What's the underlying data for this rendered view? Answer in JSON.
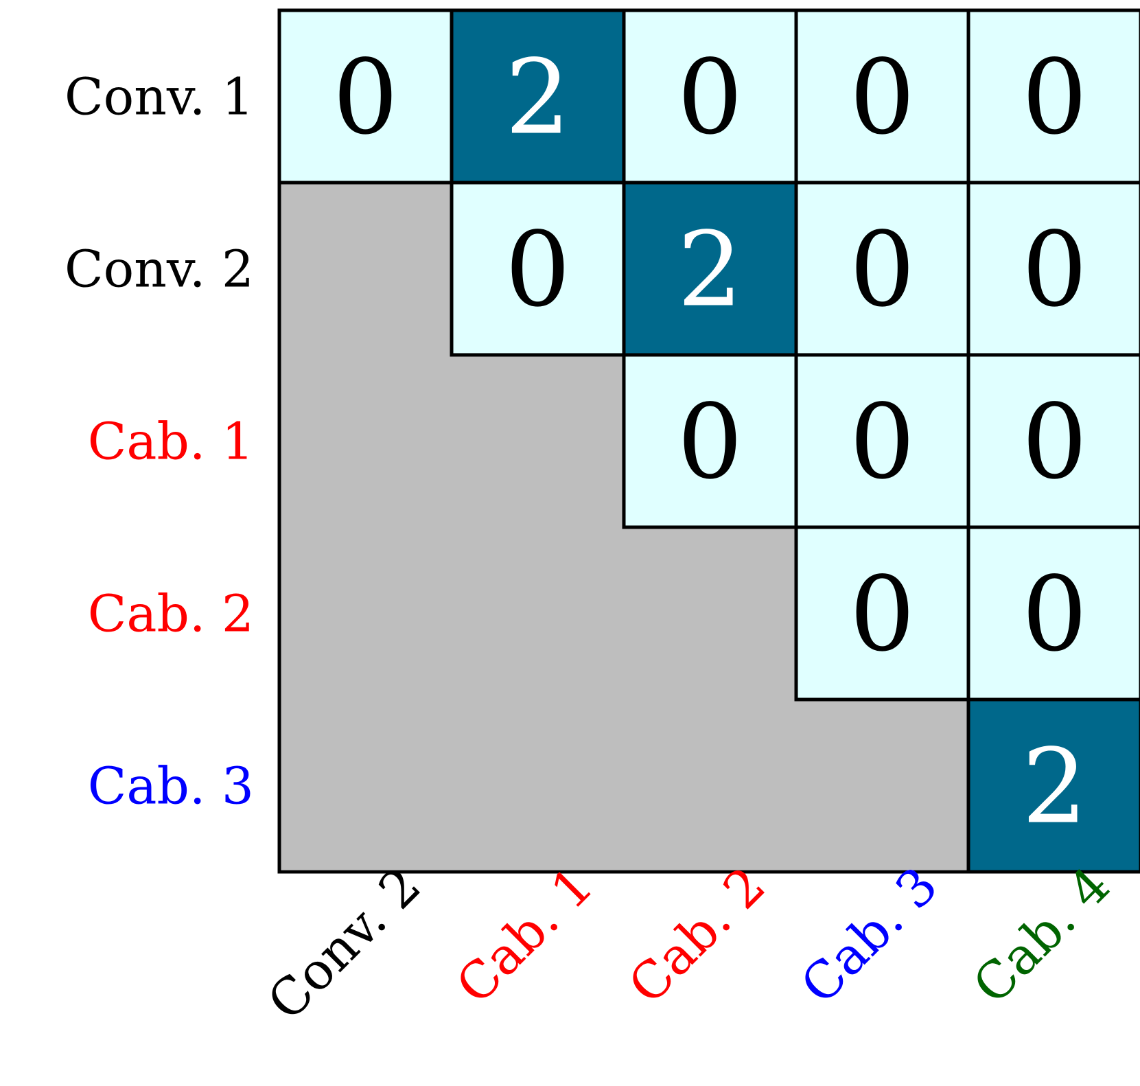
{
  "chart_data": {
    "type": "heatmap",
    "title": "",
    "row_labels": [
      {
        "text": "Conv. 1",
        "color": "#000000"
      },
      {
        "text": "Conv. 2",
        "color": "#000000"
      },
      {
        "text": "Cab. 1",
        "color": "#ff0000"
      },
      {
        "text": "Cab. 2",
        "color": "#ff0000"
      },
      {
        "text": "Cab. 3",
        "color": "#0000ff"
      }
    ],
    "col_labels": [
      {
        "text": "Conv. 2",
        "color": "#000000"
      },
      {
        "text": "Cab. 1",
        "color": "#ff0000"
      },
      {
        "text": "Cab. 2",
        "color": "#ff0000"
      },
      {
        "text": "Cab. 3",
        "color": "#0000ff"
      },
      {
        "text": "Cab. 4",
        "color": "#006400"
      }
    ],
    "values": [
      [
        0,
        2,
        0,
        0,
        0
      ],
      [
        null,
        0,
        2,
        0,
        0
      ],
      [
        null,
        null,
        0,
        0,
        0
      ],
      [
        null,
        null,
        null,
        0,
        0
      ],
      [
        null,
        null,
        null,
        null,
        2
      ]
    ],
    "colors": {
      "low": "#e0ffff",
      "high": "#00688b",
      "masked": "#bebebe",
      "grid": "#000000",
      "text_on_low": "#000000",
      "text_on_high": "#ffffff"
    }
  }
}
